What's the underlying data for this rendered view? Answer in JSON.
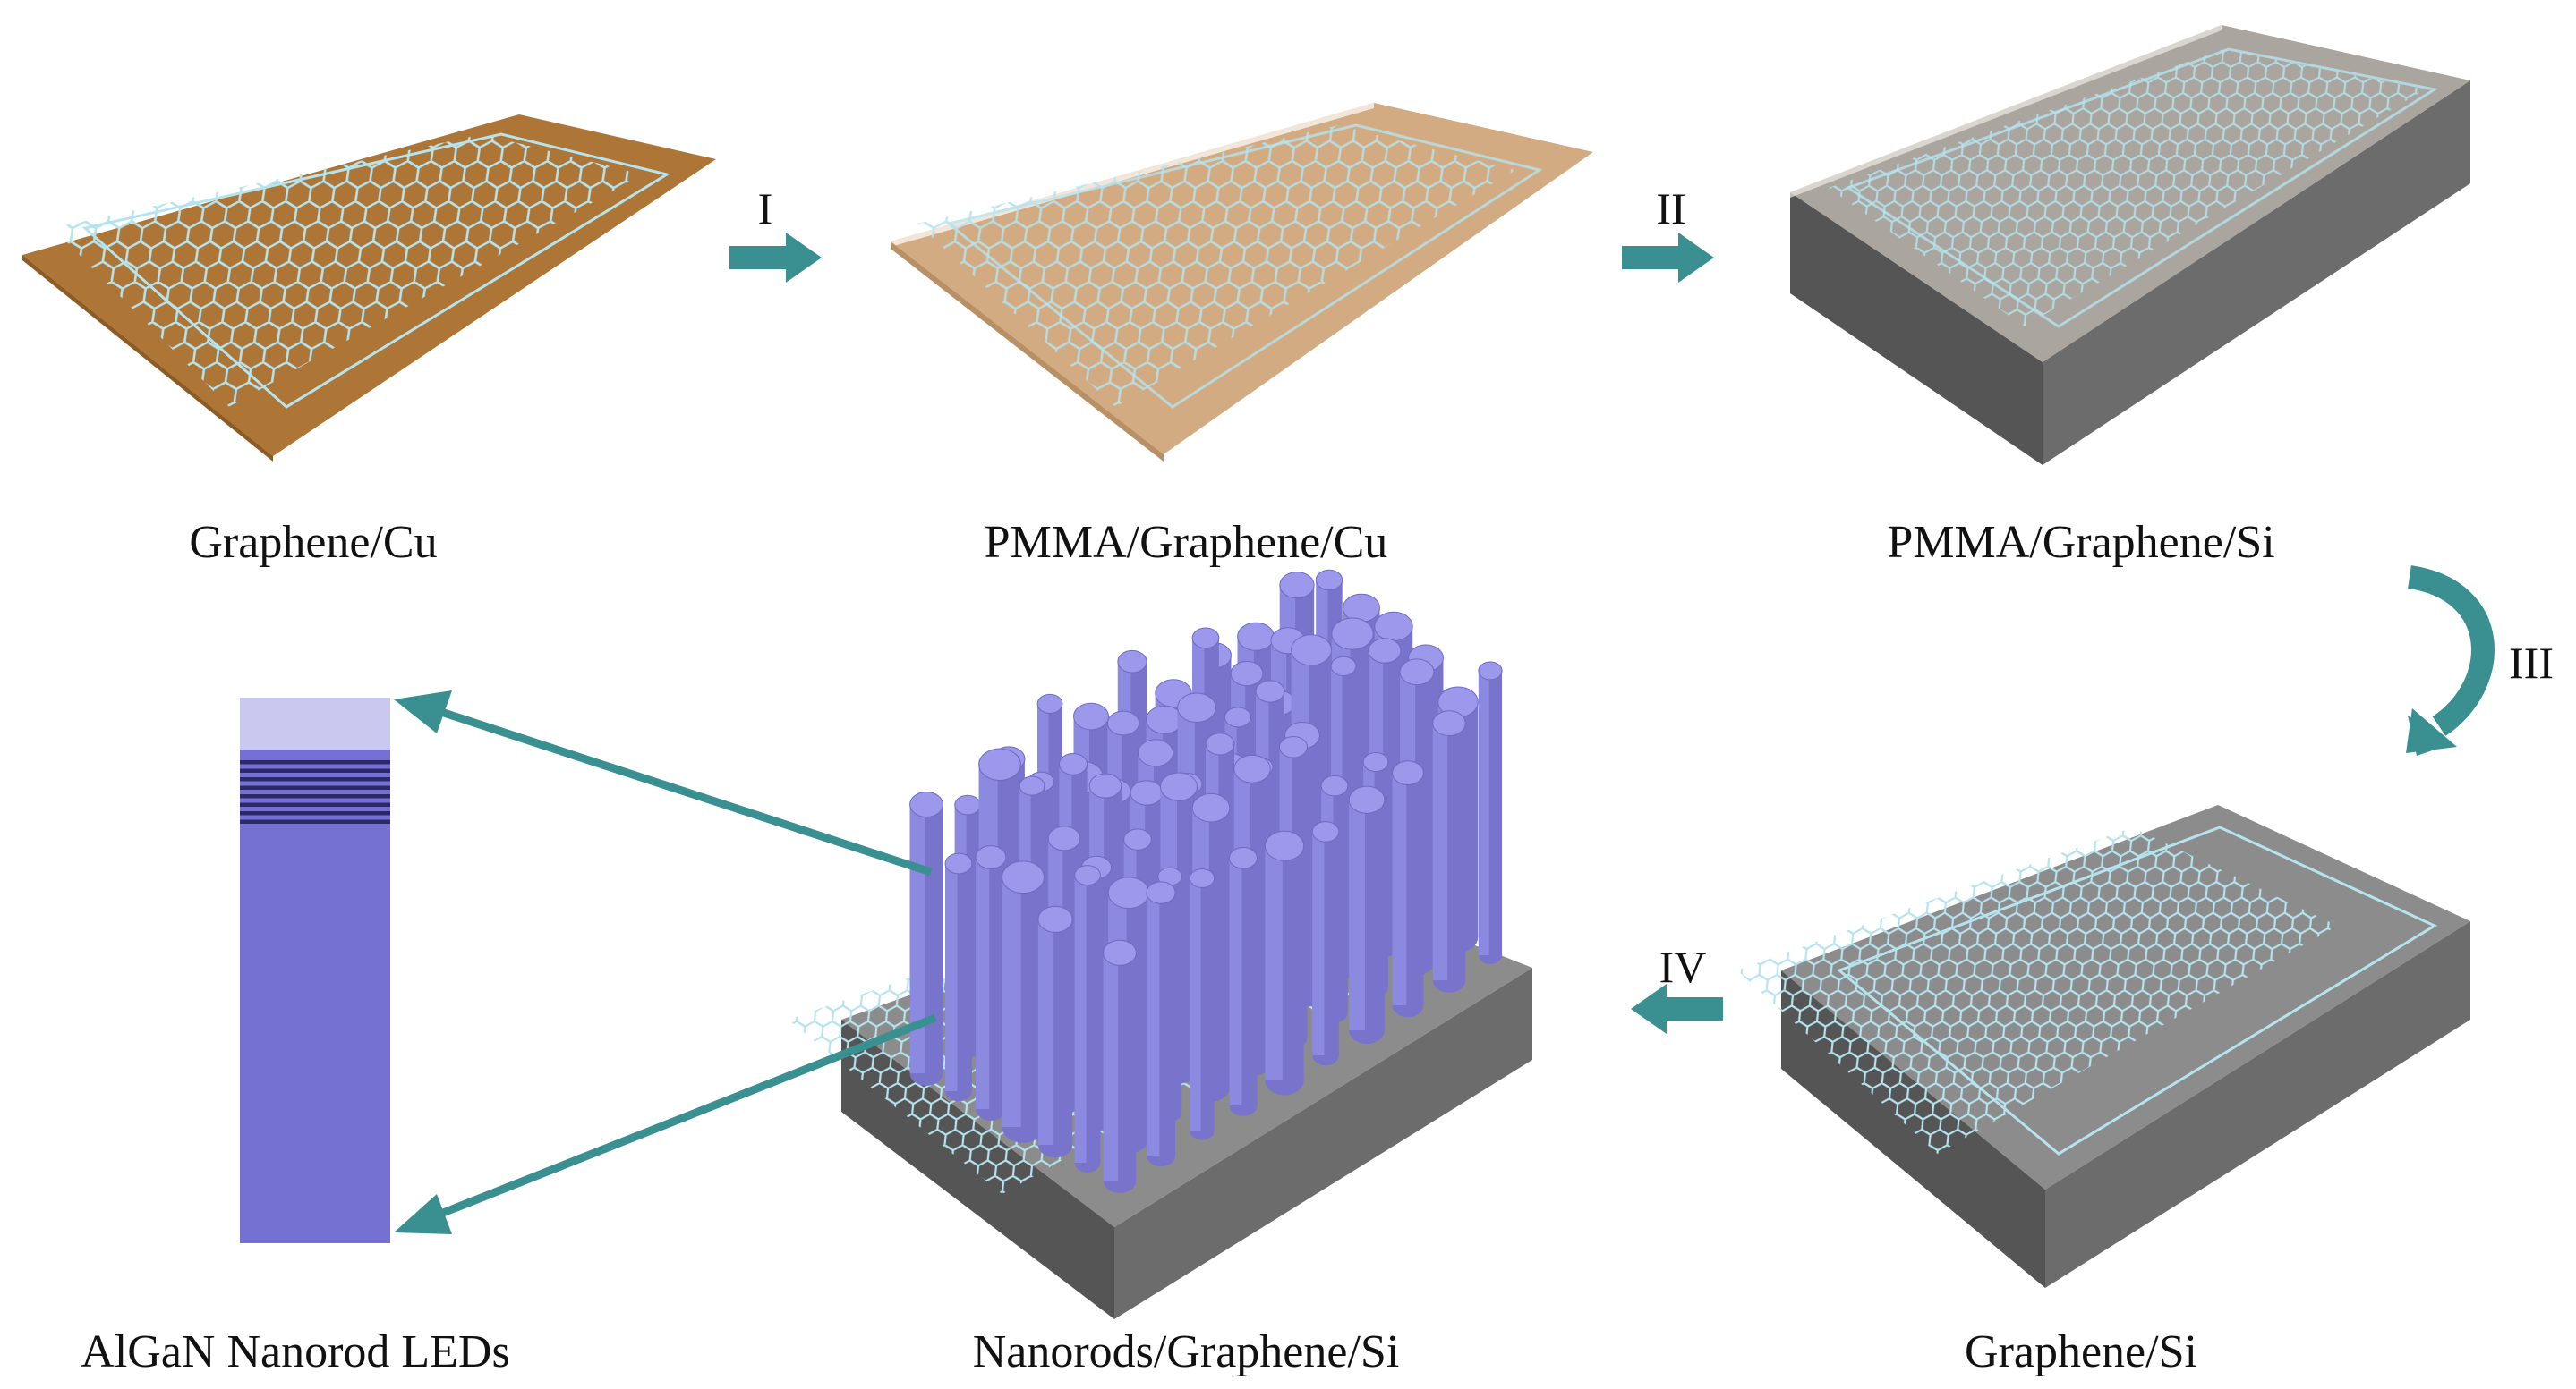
{
  "colors": {
    "copper": "#ad7536",
    "copper_edge": "#8e5b25",
    "pmma_copper": "#d2ab83",
    "si_top": "#8c8c8c",
    "si_front": "#555555",
    "si_side": "#6c6c6c",
    "pmma_si": "#aaa59e",
    "graphene": "#b5e3ee",
    "arrow": "#3a9090",
    "rod": "#8c89e0",
    "rod_side": "#7874cc",
    "rod_top": "#9c99ec",
    "led_top": "#cbc8ef",
    "led_body": "#7571d3",
    "led_band": "#2a2a6a"
  },
  "labels": {
    "graphene_cu": "Graphene/Cu",
    "pmma_graphene_cu": "PMMA/Graphene/Cu",
    "pmma_graphene_si": "PMMA/Graphene/Si",
    "graphene_si": "Graphene/Si",
    "nanorods_graphene_si": "Nanorods/Graphene/Si",
    "algan_leds": "AlGaN Nanorod LEDs"
  },
  "steps": {
    "s1": "I",
    "s2": "II",
    "s3": "III",
    "s4": "IV"
  }
}
